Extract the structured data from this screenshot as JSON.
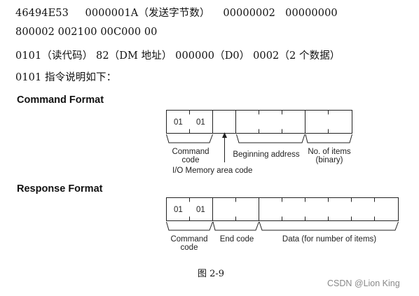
{
  "text_lines": {
    "l1": "46494E53     0000001A（发送字节数）    00000002   00000000",
    "l2": "800002 002100 00C000 00",
    "l3": "0101（读代码） 82（DM 地址） 000000（D0） 0002（2 个数据）",
    "l4": "0101 指令说明如下："
  },
  "command_format": {
    "heading": "Command Format",
    "cells": [
      "01",
      "01"
    ],
    "command_code_label_1": "Command",
    "command_code_label_2": "code",
    "beginning_address_label": "Beginning address",
    "items_label_1": "No. of items",
    "items_label_2": "(binary)",
    "memory_area_label": "I/O Memory area code"
  },
  "response_format": {
    "heading": "Response Format",
    "cells": [
      "01",
      "01"
    ],
    "command_code_label_1": "Command",
    "command_code_label_2": "code",
    "end_code_label": "End code",
    "data_label": "Data (for number of items)"
  },
  "caption": "图 2-9",
  "watermark": "CSDN @Lion King"
}
